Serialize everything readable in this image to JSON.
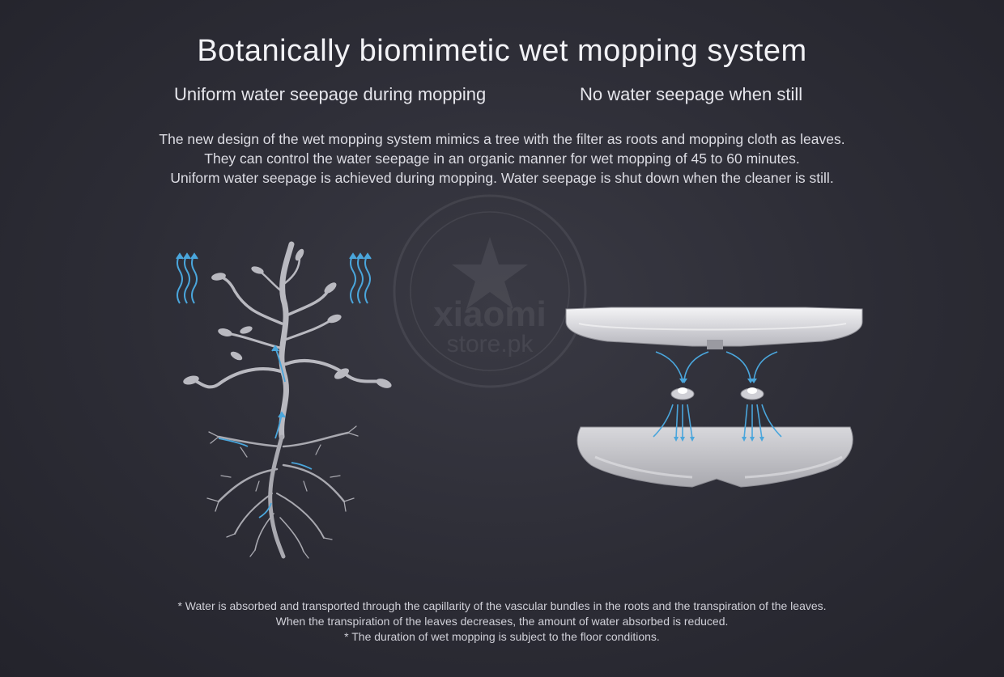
{
  "header": {
    "title": "Botanically biomimetic wet mopping system",
    "subtitle_left": "Uniform water seepage during mopping",
    "subtitle_right": "No water seepage when still"
  },
  "description": [
    "The new design of the wet mopping system mimics a tree with the filter as roots and mopping cloth as leaves.",
    "They can control the water seepage in an organic manner for wet mopping of 45 to 60 minutes.",
    "Uniform water seepage is achieved during mopping. Water seepage is shut down when the cleaner is still."
  ],
  "footnotes": [
    "* Water is absorbed and transported through the capillarity of the vascular bundles in the roots and the transpiration of the leaves.",
    "When the transpiration of the leaves decreases, the amount of water absorbed is reduced.",
    "* The duration of wet mopping is subject to the floor conditions."
  ],
  "watermark": {
    "line1": "xiaomi",
    "line2": "store.pk"
  },
  "colors": {
    "background": "#2c2c35",
    "tree": "#b9b9c0",
    "arrow": "#4aa6dc",
    "tank": "#e4e4e8",
    "cloth": "#c4c4c9"
  },
  "icons": [
    "tree-illustration",
    "evaporation-arrows",
    "water-tank",
    "filter-nozzle",
    "mopping-cloth",
    "flow-arrows"
  ]
}
